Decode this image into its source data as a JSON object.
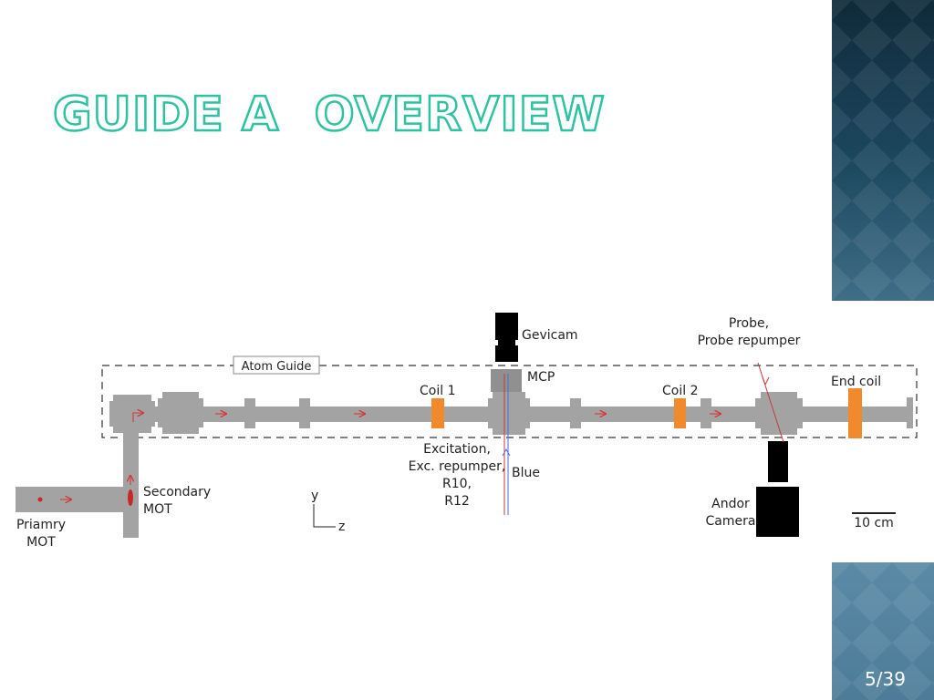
{
  "slide": {
    "title": "Guide α  Overview",
    "slide_number": "5/39"
  },
  "diagram": {
    "atom_guide": "Atom Guide",
    "coil_1": "Coil 1",
    "coil_2": "Coil 2",
    "end_coil": "End coil",
    "mcp": "MCP",
    "gevicam": "Gevicam",
    "probe_line1": "Probe,",
    "probe_line2": "Probe repumper",
    "excitation_lines": [
      "Excitation,",
      "Exc. repumper,",
      "R10,",
      "R12"
    ],
    "blue": "Blue",
    "secondary_mot_line1": "Secondary",
    "secondary_mot_line2": "MOT",
    "primary_mot_line1": "Priamry",
    "primary_mot_line2": "MOT",
    "andor_line1": "Andor",
    "andor_line2": "Camera",
    "axis_y": "y",
    "axis_z": "z",
    "scale_bar": "10 cm",
    "colors": {
      "tube": "#a3a3a3",
      "coil": "#f08a2c",
      "camera": "#000000",
      "mcp": "#909090",
      "arrow": "#d23a3a"
    }
  }
}
